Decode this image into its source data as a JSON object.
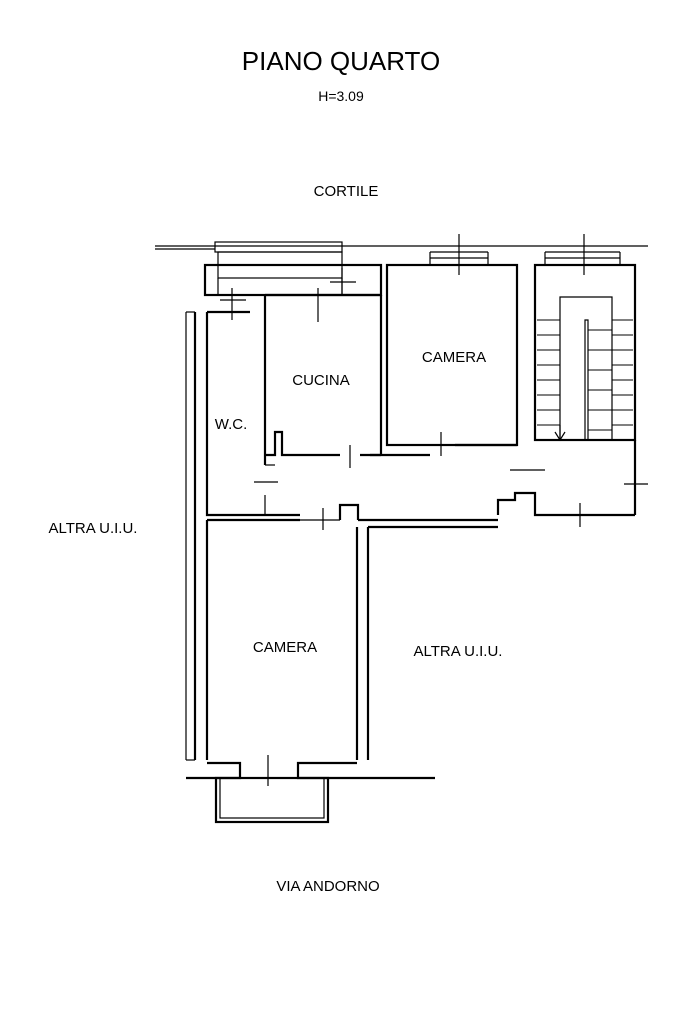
{
  "title": "PIANO QUARTO",
  "height_note": "H=3.09",
  "labels": {
    "courtyard": "CORTILE",
    "street": "VIA ANDORNO",
    "other_unit_left": "ALTRA U.I.U.",
    "other_unit_right": "ALTRA U.I.U."
  },
  "rooms": {
    "kitchen": "CUCINA",
    "bedroom_top": "CAMERA",
    "wc": "W.C.",
    "bedroom_bottom": "CAMERA"
  }
}
